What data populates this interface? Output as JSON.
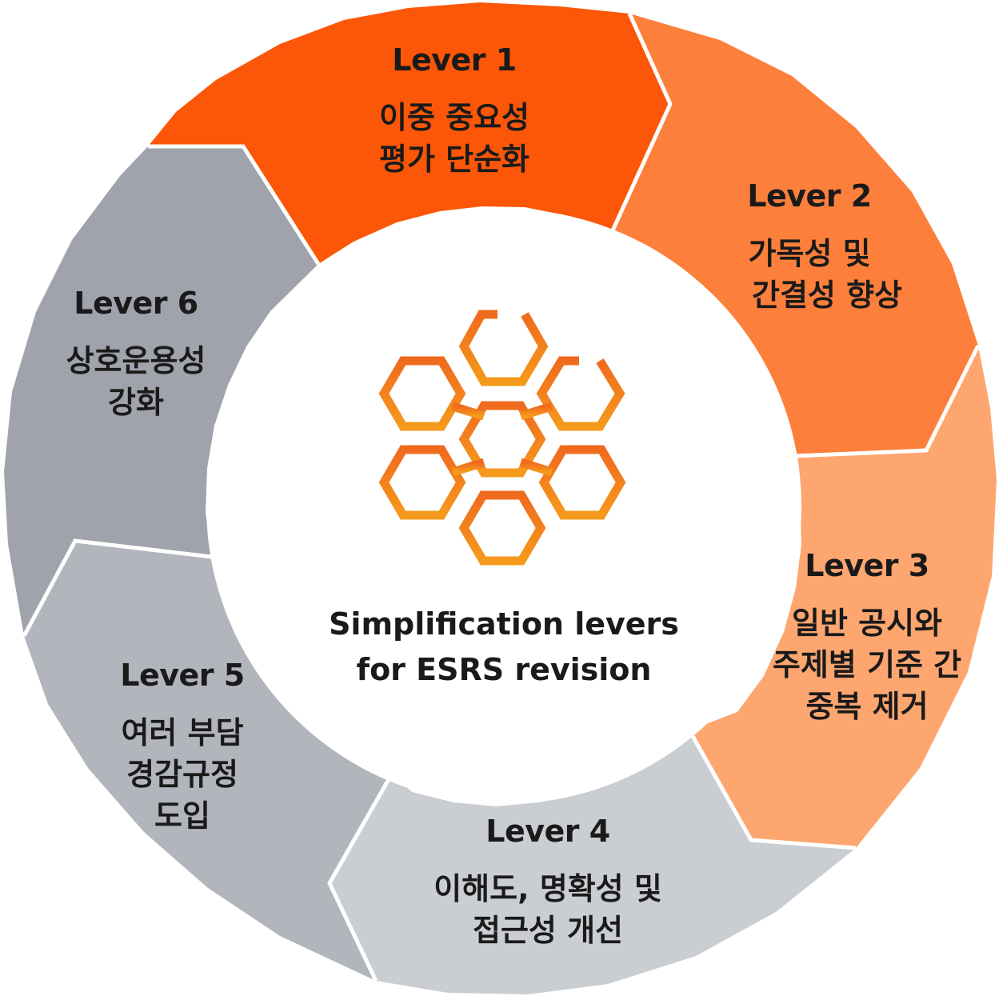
{
  "center": {
    "line1": "Simplification levers",
    "line2": "for ESRS revision"
  },
  "levers": [
    {
      "title": "Lever 1",
      "desc": [
        "이중 중요성",
        "평가 단순화"
      ],
      "color": "#FC5708"
    },
    {
      "title": "Lever 2",
      "desc": [
        "가독성 및",
        "간결성 향상"
      ],
      "color": "#FD7F3C"
    },
    {
      "title": "Lever 3",
      "desc": [
        "일반 공시와",
        "주제별 기준 간",
        "중복 제거"
      ],
      "color": "#FEA670"
    },
    {
      "title": "Lever 4",
      "desc": [
        "이해도, 명확성 및",
        "접근성 개선"
      ],
      "color": "#CACDD2"
    },
    {
      "title": "Lever 5",
      "desc": [
        "여러 부담",
        "경감규정",
        "도입"
      ],
      "color": "#B2B5BC"
    },
    {
      "title": "Lever 6",
      "desc": [
        "상호운용성",
        "강화"
      ],
      "color": "#A0A3AC"
    }
  ],
  "logo": {
    "color_top": "#F06A1E",
    "color_bottom": "#F59A1C"
  }
}
